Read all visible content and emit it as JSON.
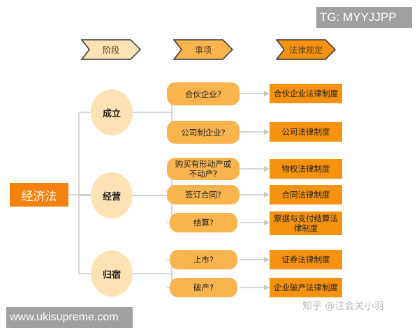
{
  "badges": {
    "top": "TG: MYYJJPP",
    "bottom": "www.ukisupreme.com"
  },
  "headers": [
    "阶段",
    "事项",
    "法律规定"
  ],
  "header_colors": [
    "#fde3b4",
    "#f9b44e",
    "#f5920f"
  ],
  "root": "经济法",
  "stages": [
    "成立",
    "经营",
    "归宿"
  ],
  "items": [
    "合伙企业?",
    "公司制企业?",
    "购买有形动产或不动产?",
    "签订合同?",
    "结算?",
    "上市?",
    "破产?"
  ],
  "laws": [
    "合伙企业法律制度",
    "公司法律制度",
    "物权法律制度",
    "合同法律制度",
    "票据与支付结算法律制度",
    "证券法律制度",
    "企业破产法律制度"
  ],
  "watermark": "知乎 @注会关小羽",
  "colors": {
    "root": "#f5820f",
    "stage": "#fde3b4",
    "item": "#f9b44e",
    "law": "#f5920f"
  }
}
